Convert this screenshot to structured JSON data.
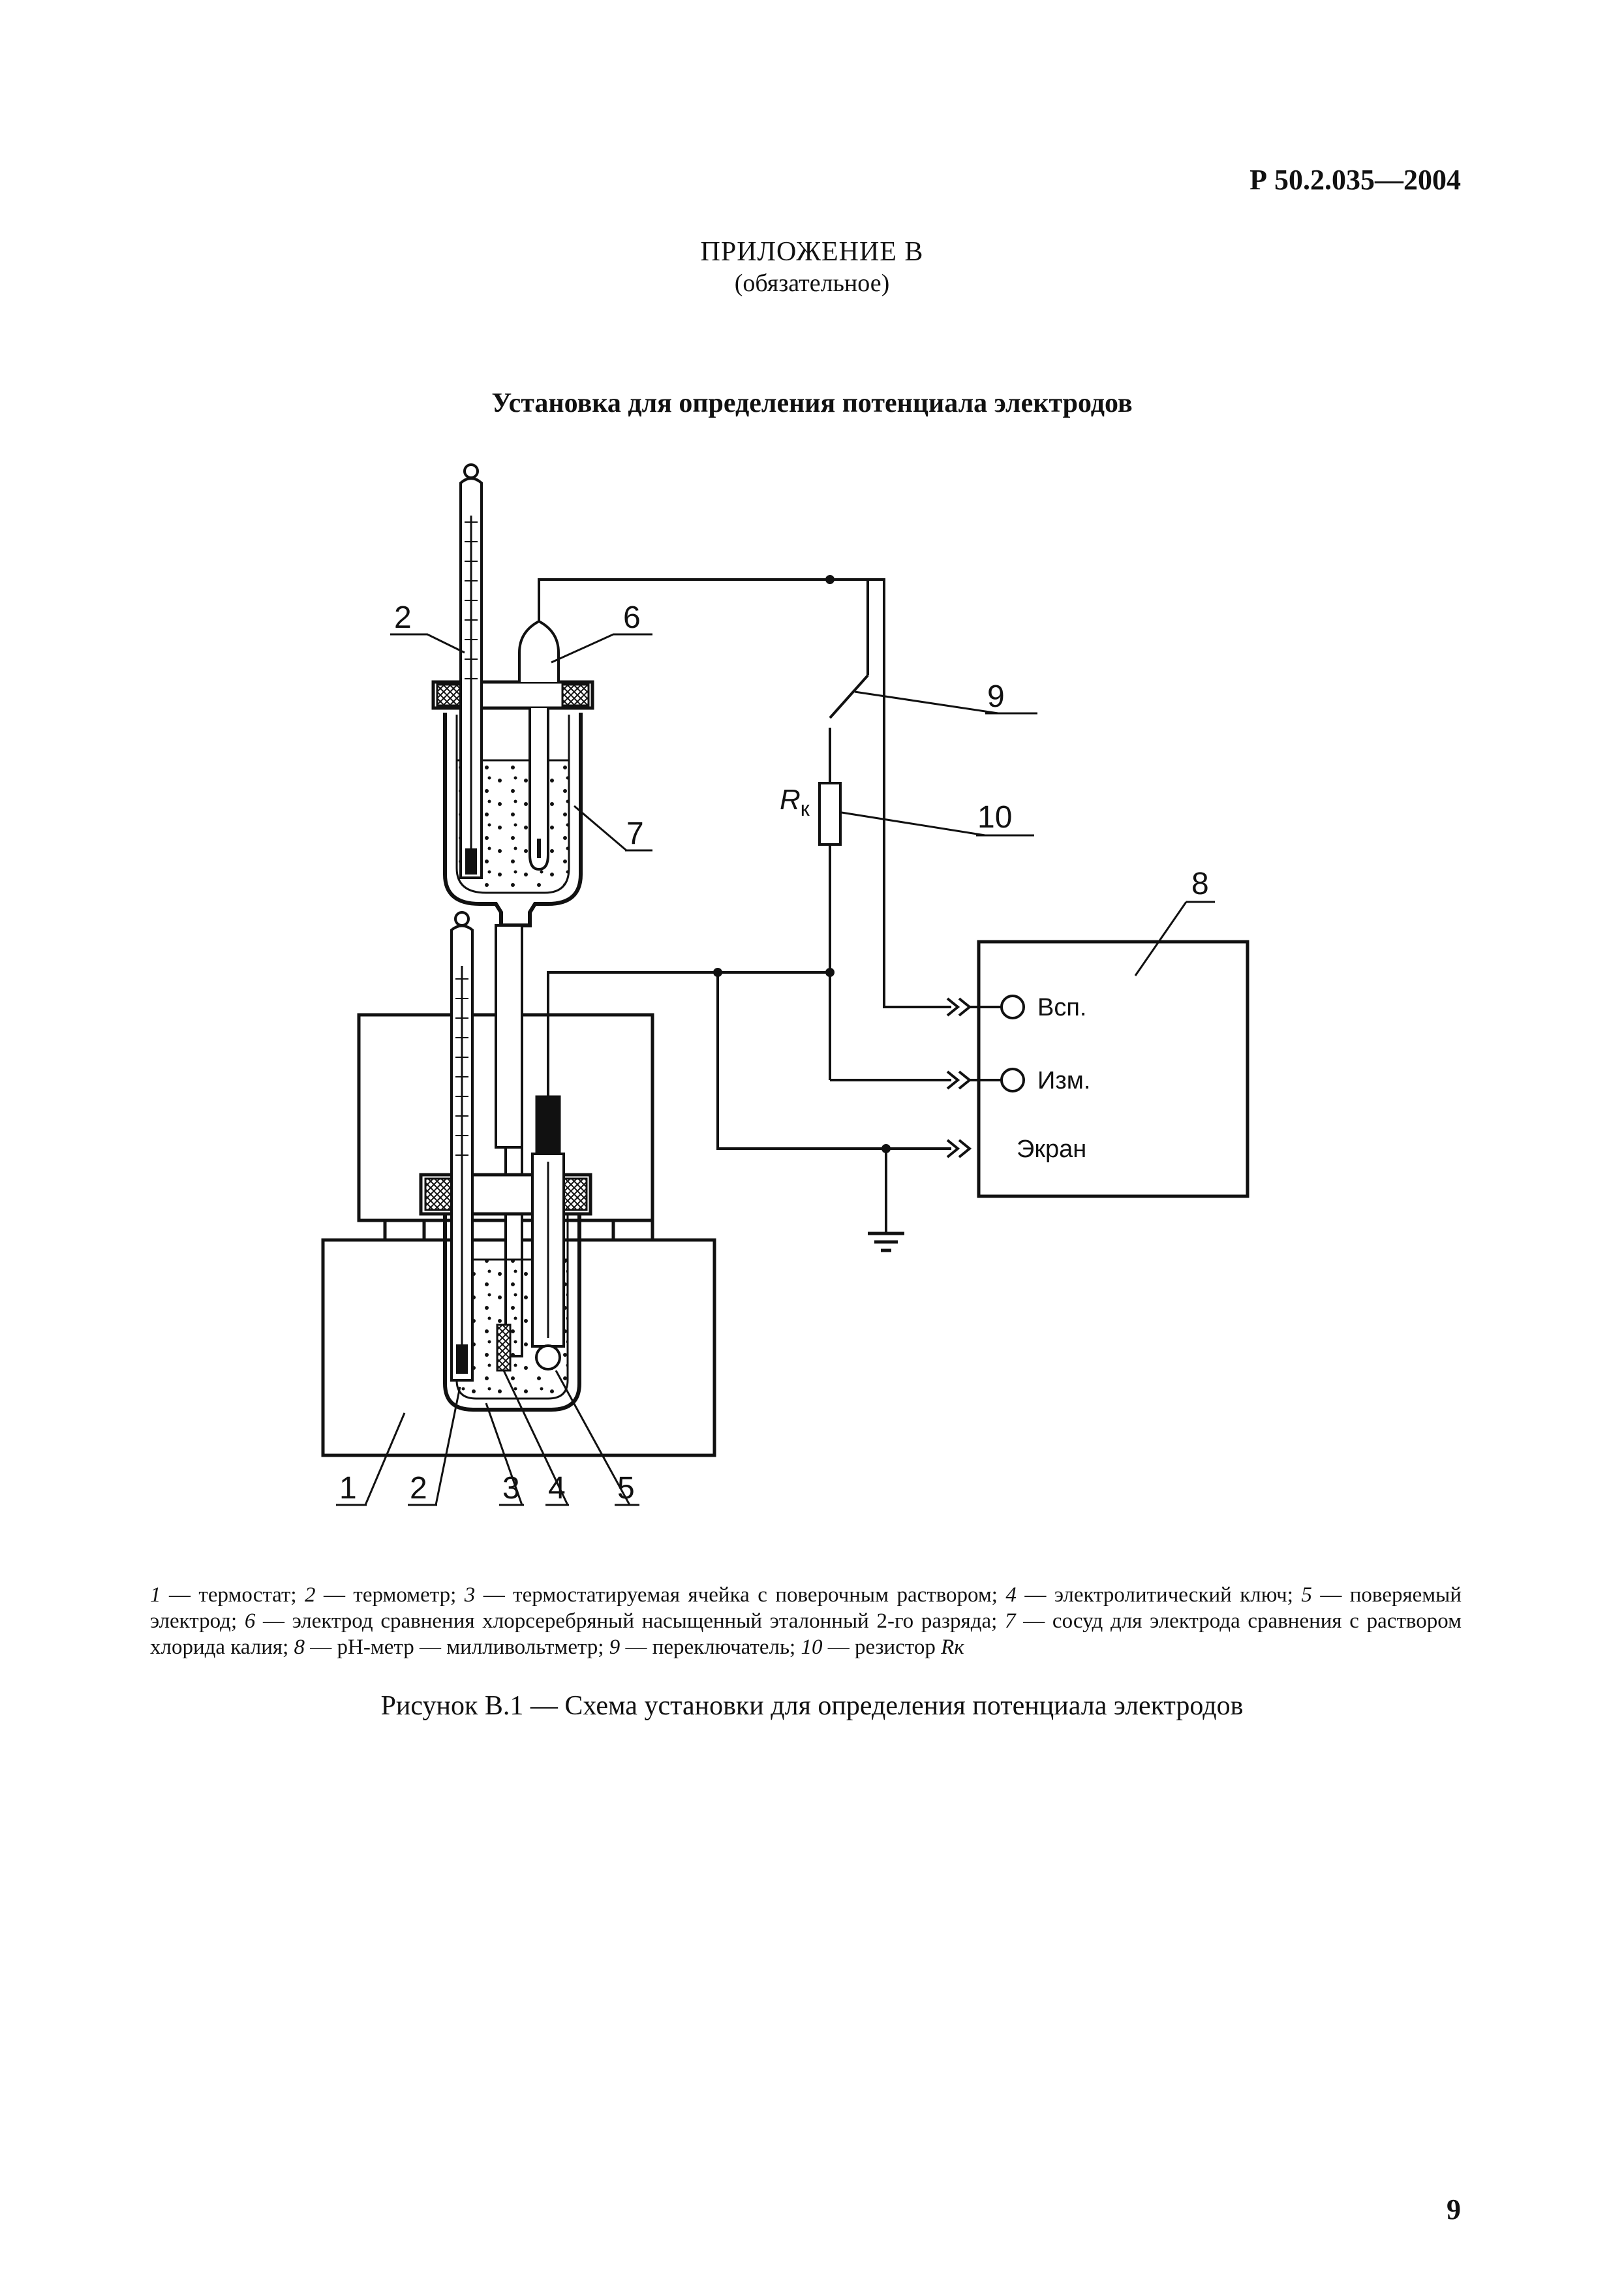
{
  "header": {
    "doc_code": "Р 50.2.035—2004"
  },
  "appendix": {
    "title": "ПРИЛОЖЕНИЕ В",
    "status": "(обязательное)"
  },
  "figure": {
    "title": "Установка для определения потенциала электродов",
    "callouts": [
      "1",
      "2",
      "2",
      "3",
      "4",
      "5",
      "6",
      "7",
      "8",
      "9",
      "10"
    ],
    "resistor_label": "R",
    "resistor_subscript": "к",
    "terminals": {
      "aux": "Всп.",
      "meas": "Изм.",
      "screen": "Экран"
    }
  },
  "legend": [
    {
      "num": "1",
      "text": " — термостат; "
    },
    {
      "num": "2",
      "text": " — термометр; "
    },
    {
      "num": "3",
      "text": " — термостатируемая ячейка с поверочным раствором; "
    },
    {
      "num": "4",
      "text": " — электролитический ключ; "
    },
    {
      "num": "5",
      "text": " — поверяемый электрод; "
    },
    {
      "num": "6",
      "text": " — электрод сравнения хлорсеребряный насыщенный эталонный 2-го разряда; "
    },
    {
      "num": "7",
      "text": " — сосуд для электрода сравнения с раствором хлорида калия; "
    },
    {
      "num": "8",
      "text": " — рН-метр — милливольтметр; "
    },
    {
      "num": "9",
      "text": " — переключатель; "
    },
    {
      "num": "10",
      "text": " — резистор "
    }
  ],
  "legend_tail": "Rк",
  "caption": "Рисунок В.1 — Схема установки для определения потенциала электродов",
  "page_number": "9"
}
